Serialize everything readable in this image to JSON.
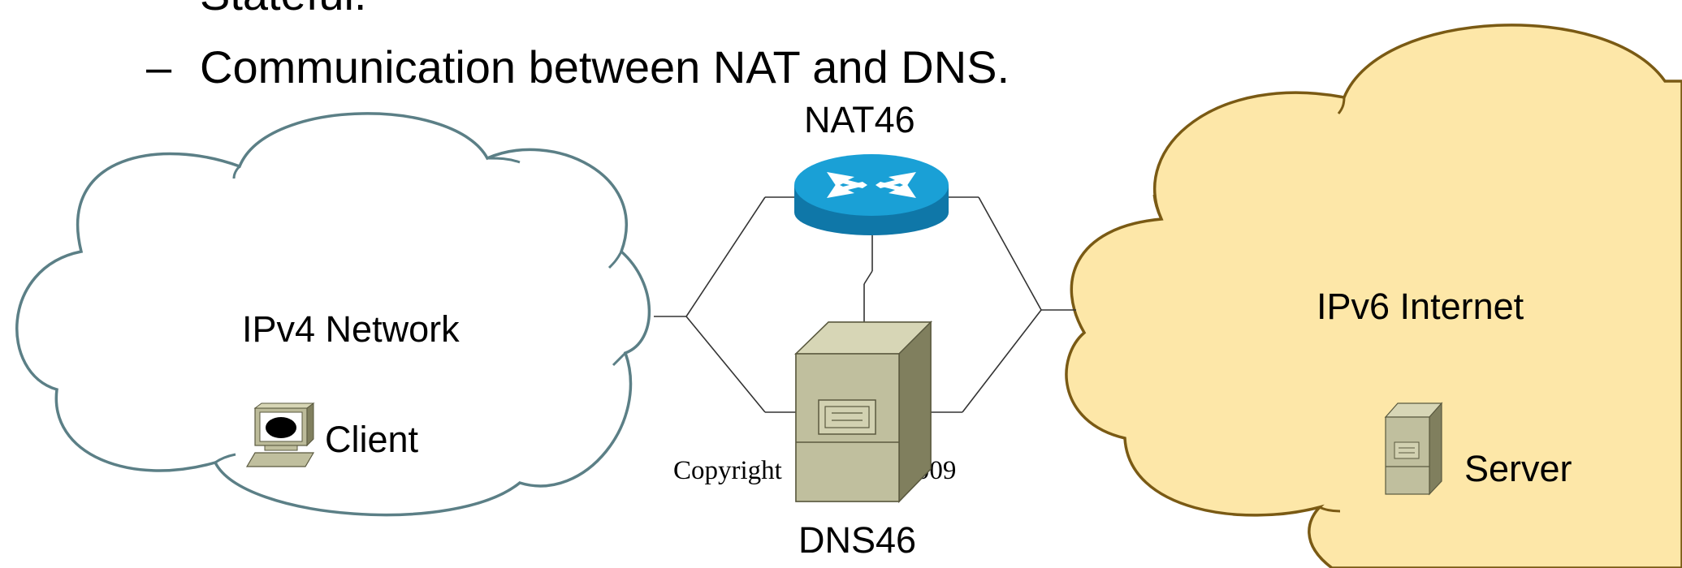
{
  "slide": {
    "top_fragment": "Stateful.",
    "bullet_dash": "–",
    "bullet_text": "Communication between NAT and DNS.",
    "copyright": "Copyright                  2009"
  },
  "diagram": {
    "nat_label": "NAT46",
    "dns_label": "DNS46",
    "ipv4_label": "IPv4 Network",
    "ipv6_label": "IPv6 Internet",
    "client_label": "Client",
    "server_label": "Server"
  },
  "colors": {
    "ipv4_cloud_stroke": "#5b7f86",
    "ipv6_cloud_fill": "#fde7a8",
    "ipv6_cloud_stroke": "#7a5a14",
    "router_top": "#1aa0d6",
    "router_side": "#0f77a8",
    "server_body": "#c0bf9e",
    "server_side": "#807f5e",
    "link": "#333333"
  },
  "icons": [
    "ipv4-cloud",
    "ipv6-cloud",
    "router-icon",
    "dns-server-icon",
    "client-computer-icon",
    "server-icon"
  ]
}
